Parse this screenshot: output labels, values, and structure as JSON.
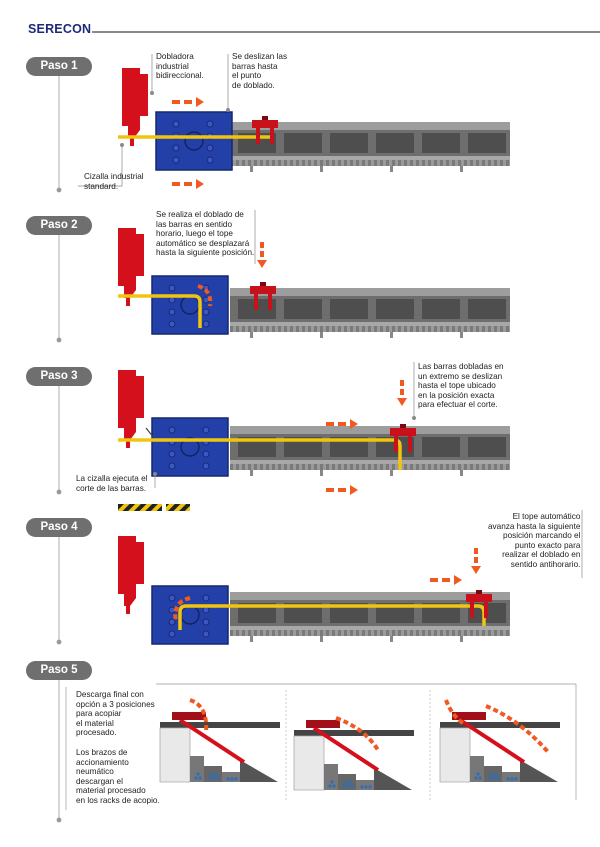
{
  "header": {
    "brand": "SERECON"
  },
  "steps": [
    {
      "label": "Paso 1",
      "notes": {
        "bender": "Dobladora\nindustrial\nbidireccional.",
        "slide": "Se deslizan las\nbarras hasta\nel punto\nde doblado.",
        "shear": "Cizalla industrial\nstandard."
      }
    },
    {
      "label": "Paso 2",
      "notes": {
        "main": "Se realiza el doblado de\nlas barras en sentido\nhorario, luego el tope\nautomático se desplazará\nhasta la siguiente posición."
      }
    },
    {
      "label": "Paso 3",
      "notes": {
        "slide": "Las barras dobladas en\nun extremo se deslizan\nhasta el tope ubicado\nen la posición exacta\npara efectuar el corte.",
        "cut": "La cizalla ejecuta el\ncorte de las barras."
      }
    },
    {
      "label": "Paso 4",
      "notes": {
        "main": "El tope automático\navanza hasta la siguiente\nposición marcando el\npunto exacto para\nrealizar el doblado en\nsentido antihorario."
      }
    },
    {
      "label": "Paso 5",
      "notes": {
        "discharge": "Descarga final con\nopción a 3 posiciones\npara acopiar\nel material\nprocesado.",
        "arms": "Los brazos de\naccionamiento\nneumático\ndescargan el\nmaterial procesado\nen los racks de acopio."
      }
    }
  ],
  "colors": {
    "brand": "#1c2a78",
    "machine_red": "#d4101c",
    "bender_blue": "#2340a8",
    "bar_yellow": "#f1c40f",
    "arrow_orange": "#f05a22",
    "step_pill": "#6f6f6f",
    "table_gray": "#8c8c8c"
  }
}
